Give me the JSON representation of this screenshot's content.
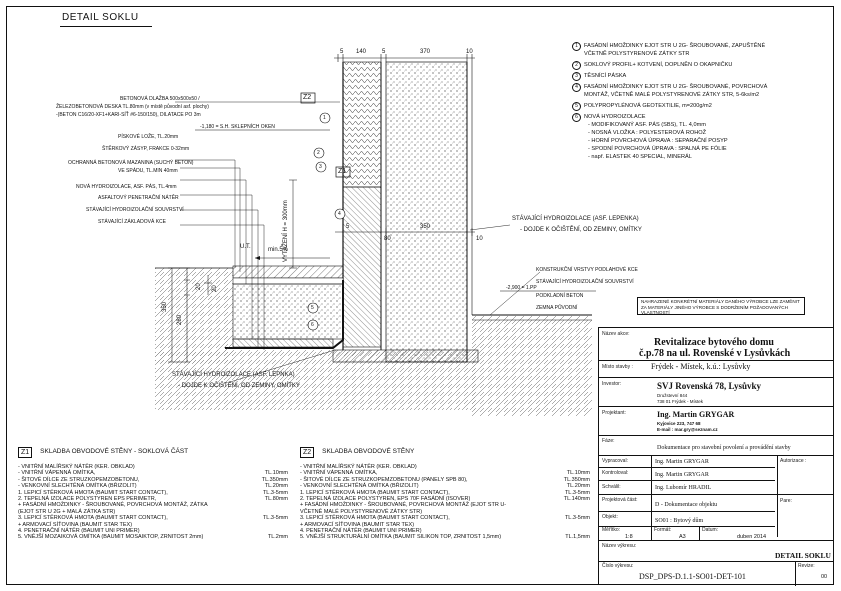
{
  "sheet_title": "DETAIL SOKLU",
  "dimensions_top": [
    "5",
    "140",
    "5",
    "370",
    "10"
  ],
  "dimensions_mid": [
    "5",
    "80",
    "350",
    "10"
  ],
  "dim_vertical": [
    "350",
    "280",
    "20",
    "20"
  ],
  "labels_left": [
    "BETONOVÁ DLAŽBA 500x500x50 /",
    "ŽELEZOBETONOVÁ DESKA TL.80mm (v místě původní asf. plochy)",
    "-(BETON C16/20-XF1+KARI-SÍŤ #6-150/150), DILATACE PO 3m",
    "PÍSKOVÉ LOŽE, TL.20mm",
    "ŠTĚRKOVÝ ZÁSYP, FRAKCE 0-32mm",
    "OCHRANNÁ BETONOVÁ MAZANINA (SUCHÝ BETON)",
    "VE SPÁDU, TL.MIN 40mm",
    "NOVÁ HYDROIZOLACE, ASF. PÁS, TL.4mm",
    "ASFALTOVÝ PENETRAČNÍ NÁTĚR",
    "STÁVAJÍCÍ HYDROIZOLAČNÍ SOUVRSTVÍ",
    "STÁVAJÍCÍ ZÁKLADOVÁ KCE"
  ],
  "level_upper": "-1,180 = S.H. SKLEPNÍCH OKEN",
  "level_lower": "-2,900 = 1.PP",
  "ut_label": "U.T.",
  "slope_label": "min.5%",
  "vytazeni": "VYTAŽENÍ H = 300mm",
  "z1": "Z1",
  "z2": "Z2",
  "existing_waterproof": [
    "STÁVAJÍCÍ HYDROIZOLACE (ASF. LEPENKA)",
    "- DOJDE K OČIŠTĚNÍ, OD ZEMINY, OMÍTKY"
  ],
  "existing_waterproof_bottom": [
    "STÁVAJÍCÍ HYDROIZOLACE (ASF. LEPNKA)",
    "- DOJDE K OČIŠTĚNÍ, OD ZEMINY, OMÍTKY"
  ],
  "floor_labels": [
    "KONSTRUKČNÍ VRSTVY PODLAHOVÉ KCE",
    "STÁVAJÍCÍ HYDROIZOLAČNÍ SOUVRSTVÍ",
    "PODKLADNÍ BETON",
    "ZEMNA PŮVODNÍ"
  ],
  "note": "NAHRAZENÉ KONKRÉTNÍ MATERIÁLY DANÉHO VÝROBCE LZE ZAMĚNIT ZA MATERIÁLY JINÉHO VÝROBCE S DODRŽENÍM POŽADOVANÝCH VLASTNOSTÍ",
  "legend": [
    {
      "n": "1",
      "text": [
        "FASÁDNÍ HMOŽDINKY EJOT STR U 2G- ŠROUBOVANÉ, ZAPUŠTĚNÉ",
        "VČETNĚ POLYSTYRENOVÉ ZÁTKY STR"
      ]
    },
    {
      "n": "2",
      "text": [
        "SOKLOVÝ PROFIL+ KOTVENÍ, DOPLNĚN O OKAPNIČKU"
      ]
    },
    {
      "n": "3",
      "text": [
        "TĚSNÍCÍ PÁSKA"
      ]
    },
    {
      "n": "4",
      "text": [
        "FASÁDNÍ HMOŽDINKY EJOT STR U 2G- ŠROUBOVANÉ, POVRCHOVÁ",
        "MONTÁŽ, VČETNĚ MALÉ POLYSTYRENOVÉ ZÁTKY STR, 5-6ks/m2"
      ]
    },
    {
      "n": "5",
      "text": [
        "POLYPROPYLÉNOVÁ GEOTEXTILIE, m=200g/m2"
      ]
    },
    {
      "n": "6",
      "text": [
        "NOVÁ HYDROIZOLACE",
        "- MODIFIKOVANÝ ASF. PÁS (SBS), TL. 4,0mm",
        "- NOSNÁ VLOŽKA : POLYESTEROVÁ ROHOŽ",
        "- HORNÍ POVRCHOVÁ ÚPRAVA : SEPARAČNÍ POSYP",
        "- SPODNÍ POVRCHOVÁ ÚPRAVA : SPALNÁ PE FÓLIE",
        "- např. ELASTEK 40 SPECIAL, MINERÁL"
      ]
    }
  ],
  "comp_z1": {
    "tag": "Z1",
    "title": "SKLADBA OBVODOVÉ STĚNY - SOKLOVÁ ČÁST",
    "rows": [
      [
        "- VNITŘNÍ MALÍŘSKÝ NÁTĚR (KER. OBKLAD)",
        ""
      ],
      [
        "- VNITŘNÍ VÁPENNÁ OMÍTKA,",
        "TL.10mm"
      ],
      [
        "- ŠITOVÉ DÍLCE ZE STRUZKOPEMZOBETONU,",
        "TL.350mm"
      ],
      [
        "- VENKOVNÍ SLECHTĚNÁ OMÍTKA (BŘIZOLIT)",
        "TL.20mm"
      ],
      [
        "1. LEPICÍ STĚRKOVÁ HMOTA (BAUMIT START CONTACT),",
        "TL.3-5mm"
      ],
      [
        "2. TEPELNÁ IZOLACE POLYSTYREN EPS PERIMETR,",
        "TL.80mm"
      ],
      [
        "   + FASÁDNÍ HMOŽDINKY - ŠROUBOVANÉ, POVRCHOVÁ MONTÁŽ, ZÁTKA",
        ""
      ],
      [
        "   (EJOT STR U 2G + MALÁ ZÁTKA STR)",
        ""
      ],
      [
        "3. LEPICÍ STĚRKOVÁ HMOTA (BAUMIT START CONTACT),",
        "TL.3-5mm"
      ],
      [
        "   + ARMOVACÍ SÍŤOVINA (BAUMIT STAR TEX)",
        ""
      ],
      [
        "4. PENETRAČNÍ NÁTĚR (BAUMIT UNI PRIMER)",
        ""
      ],
      [
        "5. VNĚJŠÍ MOZAIKOVÁ OMÍTKA (BAUMIT MOSAIKTOP, ZRNITOST 2mm)",
        "TL.2mm"
      ]
    ]
  },
  "comp_z2": {
    "tag": "Z2",
    "title": "SKLADBA OBVODOVÉ STĚNY",
    "rows": [
      [
        "- VNITŘNÍ MALÍŘSKÝ NÁTĚR (KER. OBKLAD)",
        ""
      ],
      [
        "- VNITŘNÍ VÁPENNÁ OMÍTKA,",
        "TL.10mm"
      ],
      [
        "- ŠITOVÉ DÍLCE ZE STRUZKOPEMZOBETONU (PANELY SPB 80),",
        "TL.350mm"
      ],
      [
        "- VENKOVNÍ SLECHTĚNÁ OMÍTKA (BŘIZOLIT)",
        "TL.20mm"
      ],
      [
        "1. LEPICÍ STĚRKOVÁ HMOTA (BAUMIT START CONTACT),",
        "TL.3-5mm"
      ],
      [
        "2. TEPELNÁ IZOLACE POLYSTYREN, EPS 70F FASÁDNÍ (ISOVER)",
        "TL.140mm"
      ],
      [
        "   + FASÁDNÍ HMOŽDINKY - ŠROUBOVANÉ, POVRCHOVÁ MONTÁŽ (EJOT STR U-",
        ""
      ],
      [
        "   VČETNĚ MALÉ POLYSTYRENOVÉ ZÁTKY STR)",
        ""
      ],
      [
        "3. LEPICÍ STĚRKOVÁ HMOTA (BAUMIT START CONTACT),",
        "TL.3-5mm"
      ],
      [
        "   + ARMOVACÍ SÍŤOVINA (BAUMIT STAR TEX)",
        ""
      ],
      [
        "4. PENETRAČNÍ NÁTĚR (BAUMIT UNI PRIMER)",
        ""
      ],
      [
        "5. VNĚJŠÍ STRUKTURÁLNÍ OMÍTKA (BAUMIT SILIKON TOP, ZRNITOST 1,5mm)",
        "TL.1,5mm"
      ]
    ]
  },
  "title_block": {
    "nazev_akce_lbl": "Název akce:",
    "project_title_1": "Revitalizace bytového domu",
    "project_title_2": "č.p.78 na ul. Rovenské v Lysůvkách",
    "misto_lbl": "Místo stavby :",
    "misto": "Frýdek - Místek, k.ú.: Lysůvky",
    "investor_lbl": "Investor:",
    "investor": "SVJ Rovenská 78, Lysůvky",
    "investor_addr_1": "Družstevní 844",
    "investor_addr_2": "738 01 Frýdek - Místek",
    "projektant_lbl": "Projektant:",
    "projektant": "Ing. Martin GRYGAR",
    "projektant_addr": "Kyjovice 223, 747 68",
    "projektant_mail": "E-mail : mar.gry@seznam.cz",
    "faze_lbl": "Fáze:",
    "faze": "Dokumentace pro stavební povolení a provádění stavby",
    "vypracoval_lbl": "Vypracoval:",
    "vypracoval": "Ing. Martin GRYGAR",
    "kontroloval_lbl": "Kontroloval:",
    "kontroloval": "Ing. Martin GRYGAR",
    "schvalil_lbl": "Schválil:",
    "schvalil": "Ing. Lubomír HRADIL",
    "autorizace_lbl": "Autorizace :",
    "projektova_cast_lbl": "Projektová část:",
    "projektova_cast": "D - Dokumentace objektu",
    "objekt_lbl": "Objekt:",
    "objekt": "SO01 : Bytový dům",
    "merítko_lbl": "Měřítko:",
    "meritko": "1:8",
    "format_lbl": "Formát:",
    "format": "A3",
    "datum_lbl": "Datum:",
    "datum": "duben 2014",
    "park_lbl": "Pare:",
    "nazev_vykresu_lbl": "Název výkresu:",
    "nazev_vykresu": "DETAIL SOKLU",
    "cislo_vykresu_lbl": "Číslo výkresu:",
    "cislo_vykresu": "DSP_DPS-D.1.1-SO01-DET-101",
    "revize_lbl": "Revize:",
    "revize": "00"
  }
}
